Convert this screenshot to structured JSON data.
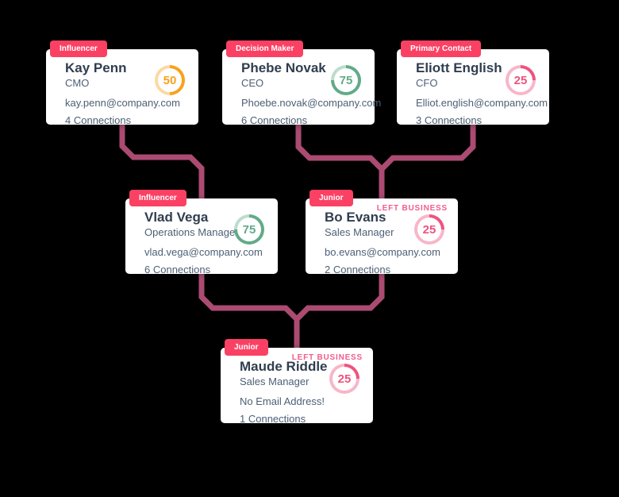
{
  "colors": {
    "page_bg": "#000000",
    "card_bg": "#ffffff",
    "badge_bg": "#fb4163",
    "badge_text": "#ffffff",
    "name_text": "#2f3e4f",
    "sub_text": "#4d6076",
    "left_business": "#f25c8e",
    "connector": "#ab4b72",
    "ring_orange": "#f9a11c",
    "ring_orange_light": "#fcd9a3",
    "ring_green": "#62aa89",
    "ring_green_light": "#bddcce",
    "ring_pink": "#ee537e",
    "ring_pink_light": "#f8b6c9"
  },
  "cards": [
    {
      "badge": "Influencer",
      "name": "Kay Penn",
      "title": "CMO",
      "email": "kay.penn@company.com",
      "connections": "4 Connections",
      "score": 50,
      "score_color": "orange",
      "left_business": ""
    },
    {
      "badge": "Decision Maker",
      "name": "Phebe Novak",
      "title": "CEO",
      "email": "Phoebe.novak@company.com",
      "connections": "6 Connections",
      "score": 75,
      "score_color": "green",
      "left_business": ""
    },
    {
      "badge": "Primary Contact",
      "name": "Eliott English",
      "title": "CFO",
      "email": "Elliot.english@company.com",
      "connections": "3 Connections",
      "score": 25,
      "score_color": "pink",
      "left_business": ""
    },
    {
      "badge": "Influencer",
      "name": "Vlad Vega",
      "title": "Operations Manager",
      "email": "vlad.vega@company.com",
      "connections": "6 Connections",
      "score": 75,
      "score_color": "green",
      "left_business": ""
    },
    {
      "badge": "Junior",
      "name": "Bo Evans",
      "title": "Sales Manager",
      "email": "bo.evans@company.com",
      "connections": "2 Connections",
      "score": 25,
      "score_color": "pink",
      "left_business": "LEFT BUSINESS"
    },
    {
      "badge": "Junior",
      "name": "Maude Riddle",
      "title": "Sales Manager",
      "email": "No Email Address!",
      "connections": "1 Connections",
      "score": 25,
      "score_color": "pink",
      "left_business": "LEFT BUSINESS"
    }
  ],
  "connections": [
    {
      "from": "Kay Penn",
      "to": "Vlad Vega"
    },
    {
      "from": "Phebe Novak",
      "to": "Bo Evans"
    },
    {
      "from": "Eliott English",
      "to": "Bo Evans"
    },
    {
      "from": "Vlad Vega",
      "to": "Maude Riddle"
    },
    {
      "from": "Bo Evans",
      "to": "Maude Riddle"
    }
  ]
}
